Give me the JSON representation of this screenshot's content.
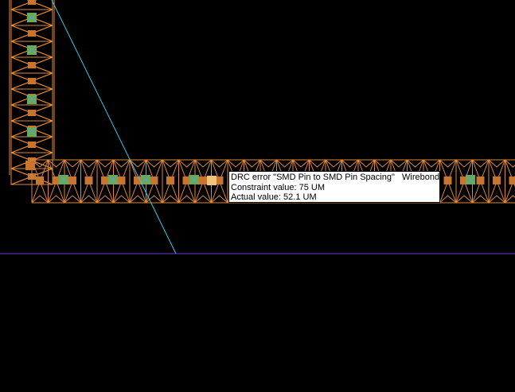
{
  "view": {
    "background": "#000000",
    "pad_outline_color": "#e0893a",
    "pad_fill_color": "#c8752e",
    "via_fill_color": "#6fa84a",
    "via_mark_color": "#4fa7c8",
    "highlight_pad_color": "#f2c27a",
    "rubberband_color": "#3fc8e8",
    "guide_line_color": "#6a3bd8"
  },
  "drc_tooltip": {
    "line1": "DRC error \"SMD Pin to SMD Pin Spacing\"   Wirebond",
    "line2": "Constraint value: 75 UM",
    "line3": "Actual value: 52.1 UM"
  }
}
